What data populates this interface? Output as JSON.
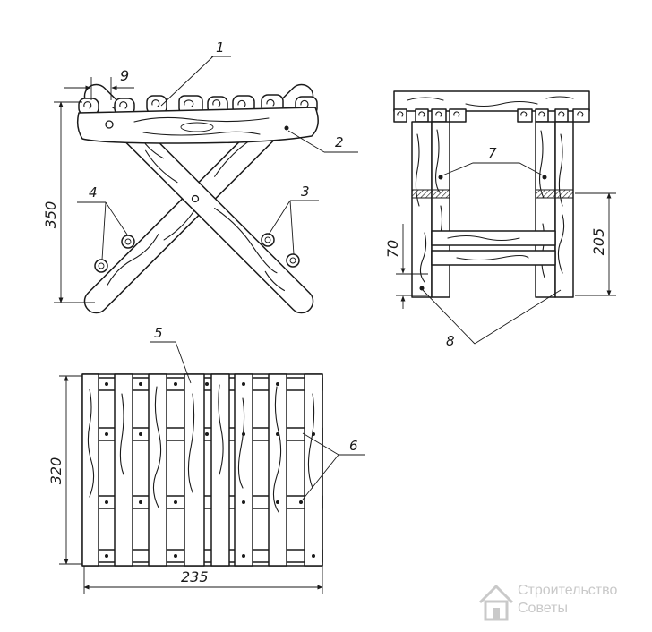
{
  "dimensions": {
    "height_side": "350",
    "gap_top": "9",
    "height_front": "205",
    "offset_front": "70",
    "depth_top": "320",
    "width_top": "235"
  },
  "callouts": {
    "c1": "1",
    "c2": "2",
    "c3": "3",
    "c4": "4",
    "c5": "5",
    "c6": "6",
    "c7": "7",
    "c8": "8"
  },
  "watermark": {
    "line1": "Строительство",
    "line2": "Советы",
    "icon": "house-icon"
  },
  "colors": {
    "ink": "#1a1a1a",
    "watermark": "#c9c9c9"
  }
}
